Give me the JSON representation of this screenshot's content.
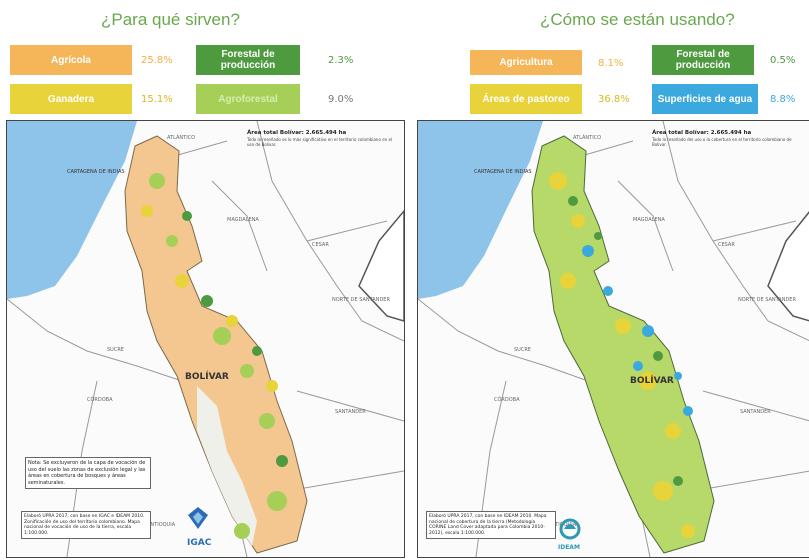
{
  "header": {
    "partial_text": ""
  },
  "left_panel": {
    "title": "¿Para qué sirven?",
    "legend": [
      {
        "label": "Agrícola",
        "value": "25.8%",
        "color": "#f5b65a"
      },
      {
        "label": "Forestal de producción",
        "value": "2.3%",
        "color": "#4e9a3f"
      },
      {
        "label": "Ganadera",
        "value": "15.1%",
        "color": "#e8d33a"
      },
      {
        "label": "Agroforestal",
        "value": "9.0%",
        "color": "#a6cf58"
      }
    ],
    "map": {
      "area_title": "Área total Bolívar: 2.665.494 ha",
      "area_caption": "Todo lo reseñado es lo más significativo en el territorio colombiano en el uso de Bolívar.",
      "department_label": "BOLÍVAR",
      "place_labels": [
        "CARTAGENA DE INDIAS",
        "ATLÁNTICO",
        "MAGDALENA",
        "CESAR",
        "SUCRE",
        "CÓRDOBA",
        "ANTIOQUIA",
        "NORTE DE SANTANDER",
        "SANTANDER"
      ],
      "note": "Nota: Se excluyeron de la capa de vocación de uso del suelo las zonas de exclusión legal y las áreas en cobertura de bosques y áreas seminaturales.",
      "source": "Elaboró UPRA 2017, con base en IGAC e IDEAM 2010. Zonificación de uso del territorio colombiano. Mapa nacional de vocación de uso de la tierra, escala 1:100.000.",
      "logo_text": "IGAC"
    }
  },
  "right_panel": {
    "title": "¿Cómo se están usando?",
    "legend": [
      {
        "label": "Agricultura",
        "value": "8.1%",
        "color": "#f5b65a"
      },
      {
        "label": "Forestal de producción",
        "value": "0.5%",
        "color": "#4e9a3f"
      },
      {
        "label": "Áreas de pastoreo",
        "value": "36.8%",
        "color": "#e8d33a"
      },
      {
        "label": "Superficies de agua",
        "value": "8.8%",
        "color": "#3ba9dd"
      }
    ],
    "map": {
      "area_title": "Área total Bolívar: 2.665.494 ha",
      "area_caption": "Todo lo reseñado del uso o la cobertura en el territorio colombiano de Bolívar.",
      "department_label": "BOLÍVAR",
      "place_labels": [
        "CARTAGENA DE INDIAS",
        "ATLÁNTICO",
        "MAGDALENA",
        "CESAR",
        "SUCRE",
        "CÓRDOBA",
        "ANTIOQUIA",
        "NORTE DE SANTANDER",
        "SANTANDER"
      ],
      "source": "Elaboró UPRA 2017, con base en IDEAM 2010. Mapa nacional de cobertura de la tierra (Metodología CORINE Land Cover adaptada para Colombia 2010-2012), escala 1:100.000.",
      "logo_text": "IDEAM"
    }
  }
}
